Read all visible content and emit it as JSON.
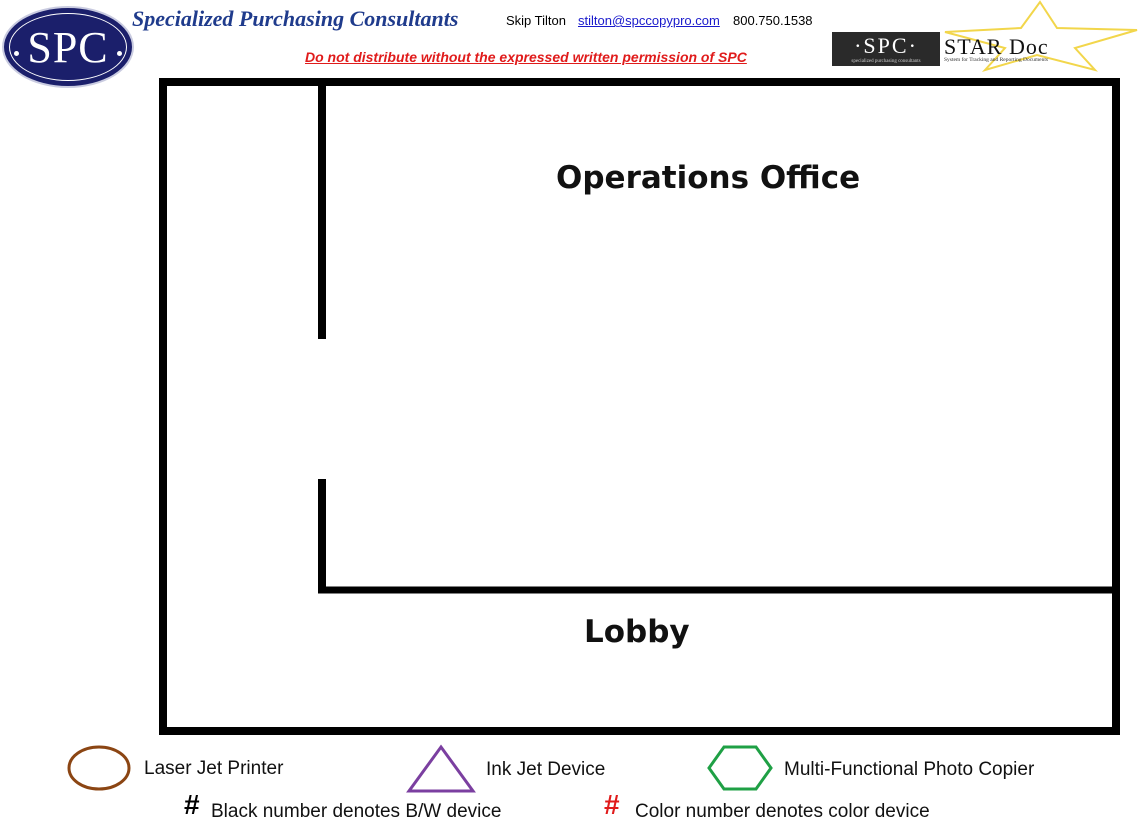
{
  "header": {
    "company_name": "Specialized Purchasing Consultants",
    "contact_name": "Skip Tilton",
    "contact_email": "stilton@spccopypro.com",
    "contact_phone": "800.750.1538",
    "notice": "Do not distribute without the expressed written permission of SPC",
    "logo_text": "SPC",
    "stardoc_box_text": "·SPC·",
    "stardoc_box_small": "specialized purchasing consultants",
    "stardoc_title": "STAR Doc",
    "stardoc_subtitle": "System for Tracking and Reporting Documents"
  },
  "floor_plan": {
    "rooms": [
      {
        "name": "Operations Office"
      },
      {
        "name": "Lobby"
      }
    ]
  },
  "legend": {
    "items": [
      {
        "label": "Laser Jet Printer",
        "shape": "circle",
        "color": "#8b4513"
      },
      {
        "label": "Ink Jet Device",
        "shape": "triangle",
        "color": "#7b3fa0"
      },
      {
        "label": "Multi-Functional Photo Copier",
        "shape": "hexagon",
        "color": "#1fa045"
      }
    ],
    "notes": [
      {
        "symbol": "#",
        "text": "Black number denotes B/W device",
        "color": "#000000"
      },
      {
        "symbol": "#",
        "text": "Color number denotes color device",
        "color": "#e01b1b"
      }
    ]
  }
}
